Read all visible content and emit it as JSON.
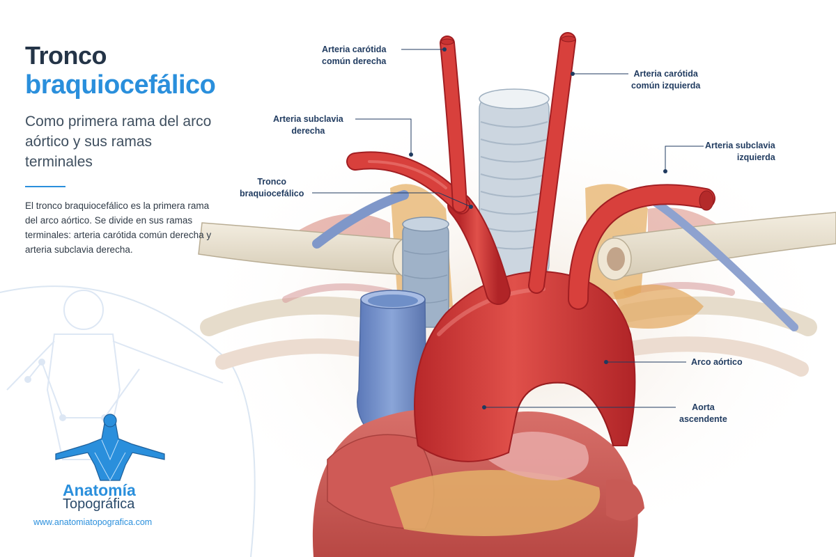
{
  "header": {
    "title_line1": "Tronco",
    "title_line2": "braquiocefálico",
    "subtitle": "Como primera rama del arco aórtico y sus ramas terminales",
    "description": "El tronco braquiocefálico es la primera rama del arco aórtico. Se divide en sus ramas terminales: arteria carótida común derecha y arteria subclavia derecha."
  },
  "labels": {
    "carotid_right": [
      "Arteria carótida",
      "común derecha"
    ],
    "carotid_left": [
      "Arteria carótida",
      "común izquierda"
    ],
    "subclavian_right": [
      "Arteria subclavia",
      "derecha"
    ],
    "subclavian_left": [
      "Arteria subclavia",
      "izquierda"
    ],
    "trunk": [
      "Tronco",
      "braquiocefálico"
    ],
    "arch": [
      "Arco aórtico"
    ],
    "ascending": [
      "Aorta",
      "ascendente"
    ]
  },
  "brand": {
    "name_line1": "Anatomía",
    "name_line2": "Topográfica",
    "website": "www.anatomiatopografica.com"
  },
  "colors": {
    "accent": "#2a8fdc",
    "title_dark": "#243447",
    "label_text": "#1f3a5f",
    "leader_line": "#1f3a5f",
    "artery": "#d83a38",
    "artery_dark": "#a91f22",
    "vein": "#6f8fc8",
    "bone": "#e9e1d0",
    "trachea": "#c9d4de",
    "fat": "#e0a95a"
  }
}
